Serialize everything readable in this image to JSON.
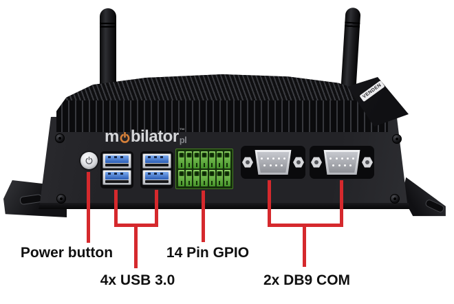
{
  "colors": {
    "accent_red": "#d5292d",
    "logo_orange": "#d7813a",
    "usb_blue": "#2f66c0",
    "gpio_green": "#5ca83e"
  },
  "device": {
    "logo": {
      "part1": "m",
      "part2": "bilator",
      "tld": "pl",
      "tm": "™"
    },
    "sticker": {
      "text": "VENDEN"
    }
  },
  "annotations": {
    "power": {
      "label": "Power button"
    },
    "usb": {
      "label": "4x USB 3.0"
    },
    "gpio": {
      "label": "14 Pin GPIO"
    },
    "db9": {
      "label": "2x DB9 COM"
    }
  }
}
